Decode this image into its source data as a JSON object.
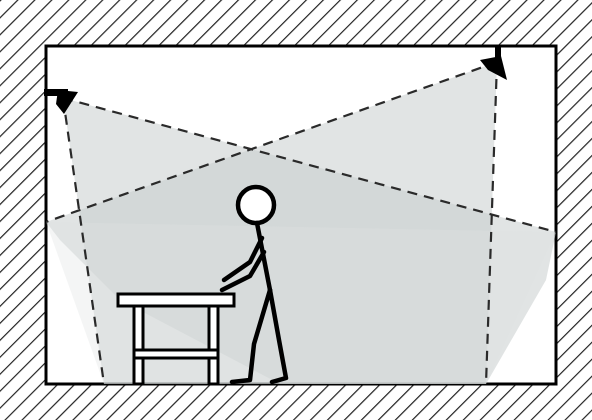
{
  "diagram": {
    "subject": "room-with-two-ceiling-mounted-sensors-and-person-at-table",
    "colors": {
      "hatch": "#222222",
      "wall_stroke": "#000000",
      "room_fill": "#ffffff",
      "coverage_fill": "#c9cfcf",
      "dash": "#2a2a2a",
      "figure": "#000000"
    },
    "sensors": [
      {
        "name": "left-sensor",
        "mount": "left-wall-top"
      },
      {
        "name": "right-sensor",
        "mount": "ceiling-top-right"
      }
    ]
  }
}
